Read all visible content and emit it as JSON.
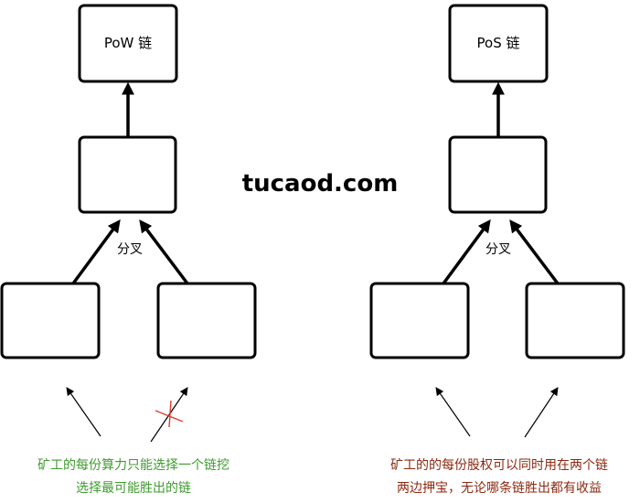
{
  "left": {
    "top_box_label": "PoW 链",
    "fork_label": "分叉",
    "caption_line1": "矿工的每份算力只能选择一个链挖",
    "caption_line2": "选择最可能胜出的链",
    "caption_color": "#3f9b2f"
  },
  "right": {
    "top_box_label": "PoS 链",
    "fork_label": "分叉",
    "caption_line1": "矿工的的每份股权可以同时用在两个链",
    "caption_line2": "两边押宝，无论哪条链胜出都有收益",
    "caption_color": "#8c2a12"
  },
  "watermark": "tucaod.com",
  "cross_color": "#e23b2e"
}
